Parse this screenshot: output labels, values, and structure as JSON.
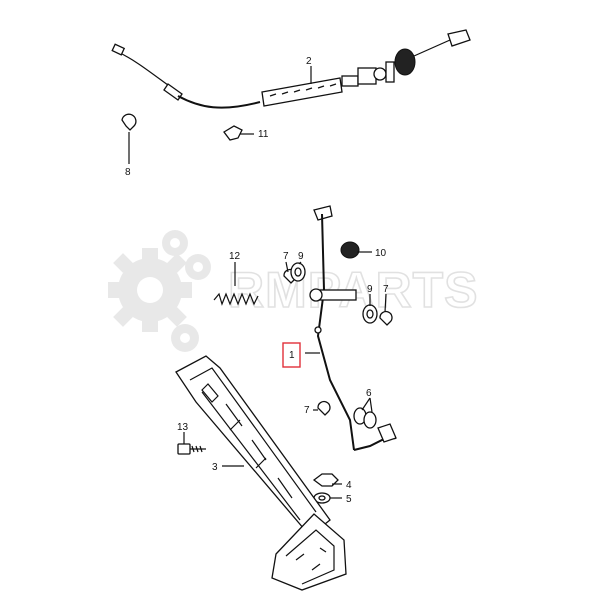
{
  "watermark": {
    "text": "RMPARTS"
  },
  "callouts": {
    "p1": "1",
    "p2": "2",
    "p3": "3",
    "p4": "4",
    "p5": "5",
    "p6": "6",
    "p7a": "7",
    "p7b": "7",
    "p8": "8",
    "p9a": "9",
    "p9b": "9",
    "p10": "10",
    "p11": "11",
    "p12": "12",
    "p13": "13"
  },
  "highlighted_part": "1",
  "colors": {
    "highlight": "#e0303a",
    "watermark": "#c9c9c9",
    "line": "#111111"
  }
}
